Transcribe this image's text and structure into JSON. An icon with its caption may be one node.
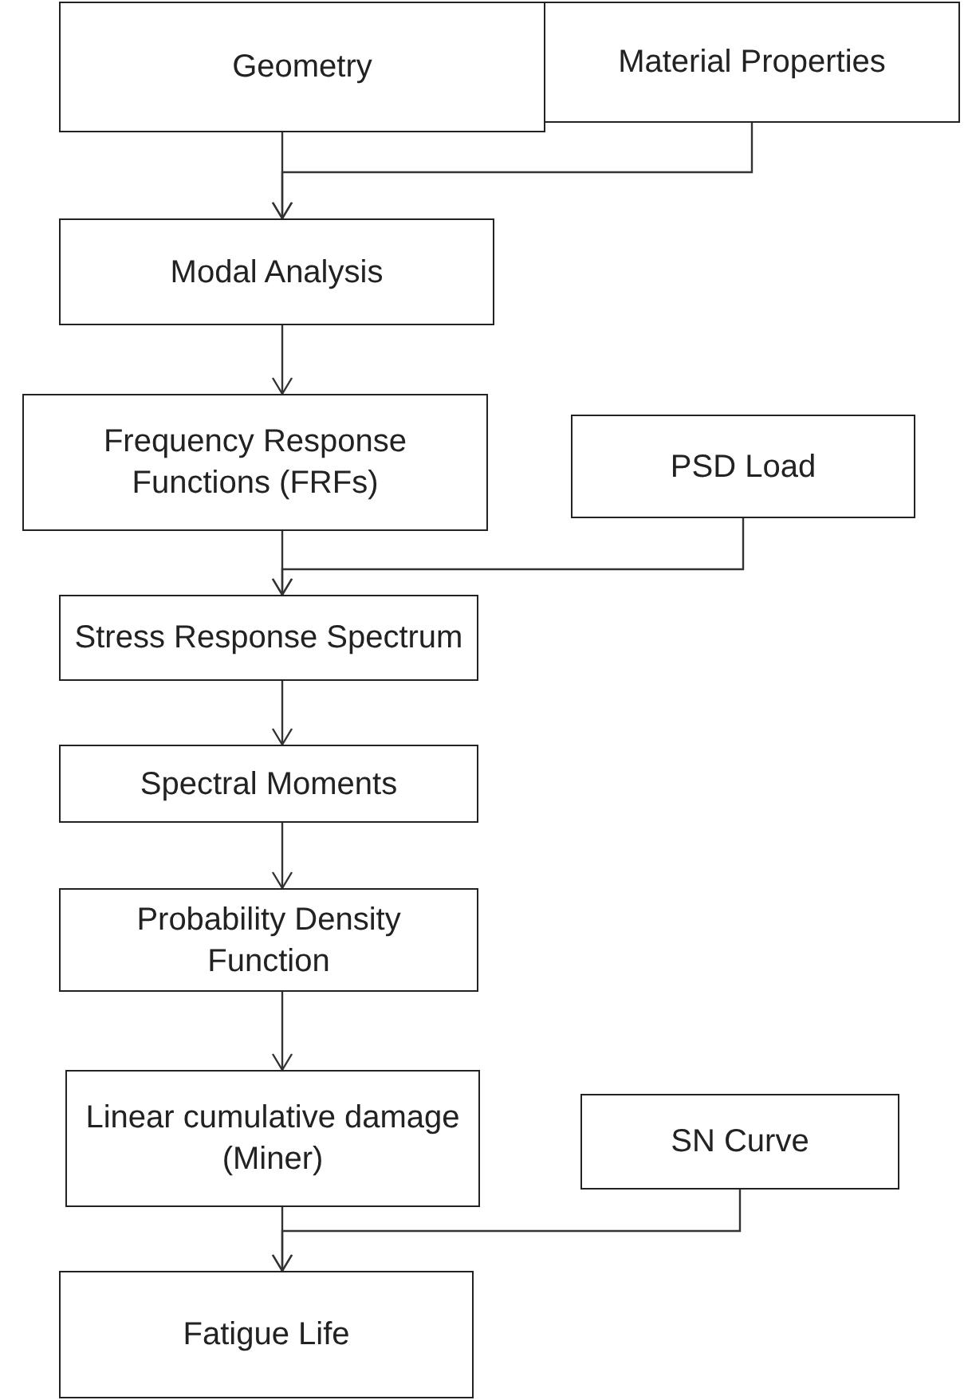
{
  "diagram": {
    "nodes": [
      {
        "text": [
          "Geometry"
        ]
      },
      {
        "text": [
          "Material Properties"
        ]
      },
      {
        "text": [
          "Modal Analysis"
        ]
      },
      {
        "text": [
          "Frequency Response Functions (FRFs)"
        ]
      },
      {
        "text": [
          "PSD Load"
        ]
      },
      {
        "text": [
          "Stress Response Spectrum"
        ]
      },
      {
        "text": [
          "Spectral Moments"
        ]
      },
      {
        "text": [
          "Probability Density Function"
        ]
      },
      {
        "text": [
          "Linear cumulative damage (Miner)"
        ]
      },
      {
        "text": [
          "SN Curve"
        ]
      },
      {
        "text": [
          "Fatigue Life"
        ]
      }
    ],
    "edges": [
      {
        "from": 0,
        "to": 2,
        "arrow": "to"
      },
      {
        "from": 1,
        "to": 2,
        "arrow": "to"
      },
      {
        "from": 2,
        "to": 3,
        "arrow": "to"
      },
      {
        "from": 3,
        "to": 5,
        "arrow": "to"
      },
      {
        "from": 4,
        "to": 5,
        "arrow": "to"
      },
      {
        "from": 5,
        "to": 6,
        "arrow": "to"
      },
      {
        "from": 6,
        "to": 7,
        "arrow": "to"
      },
      {
        "from": 7,
        "to": 8,
        "arrow": "to"
      },
      {
        "from": 8,
        "to": 10,
        "arrow": "to"
      },
      {
        "from": 9,
        "to": 10,
        "arrow": "to"
      }
    ]
  }
}
